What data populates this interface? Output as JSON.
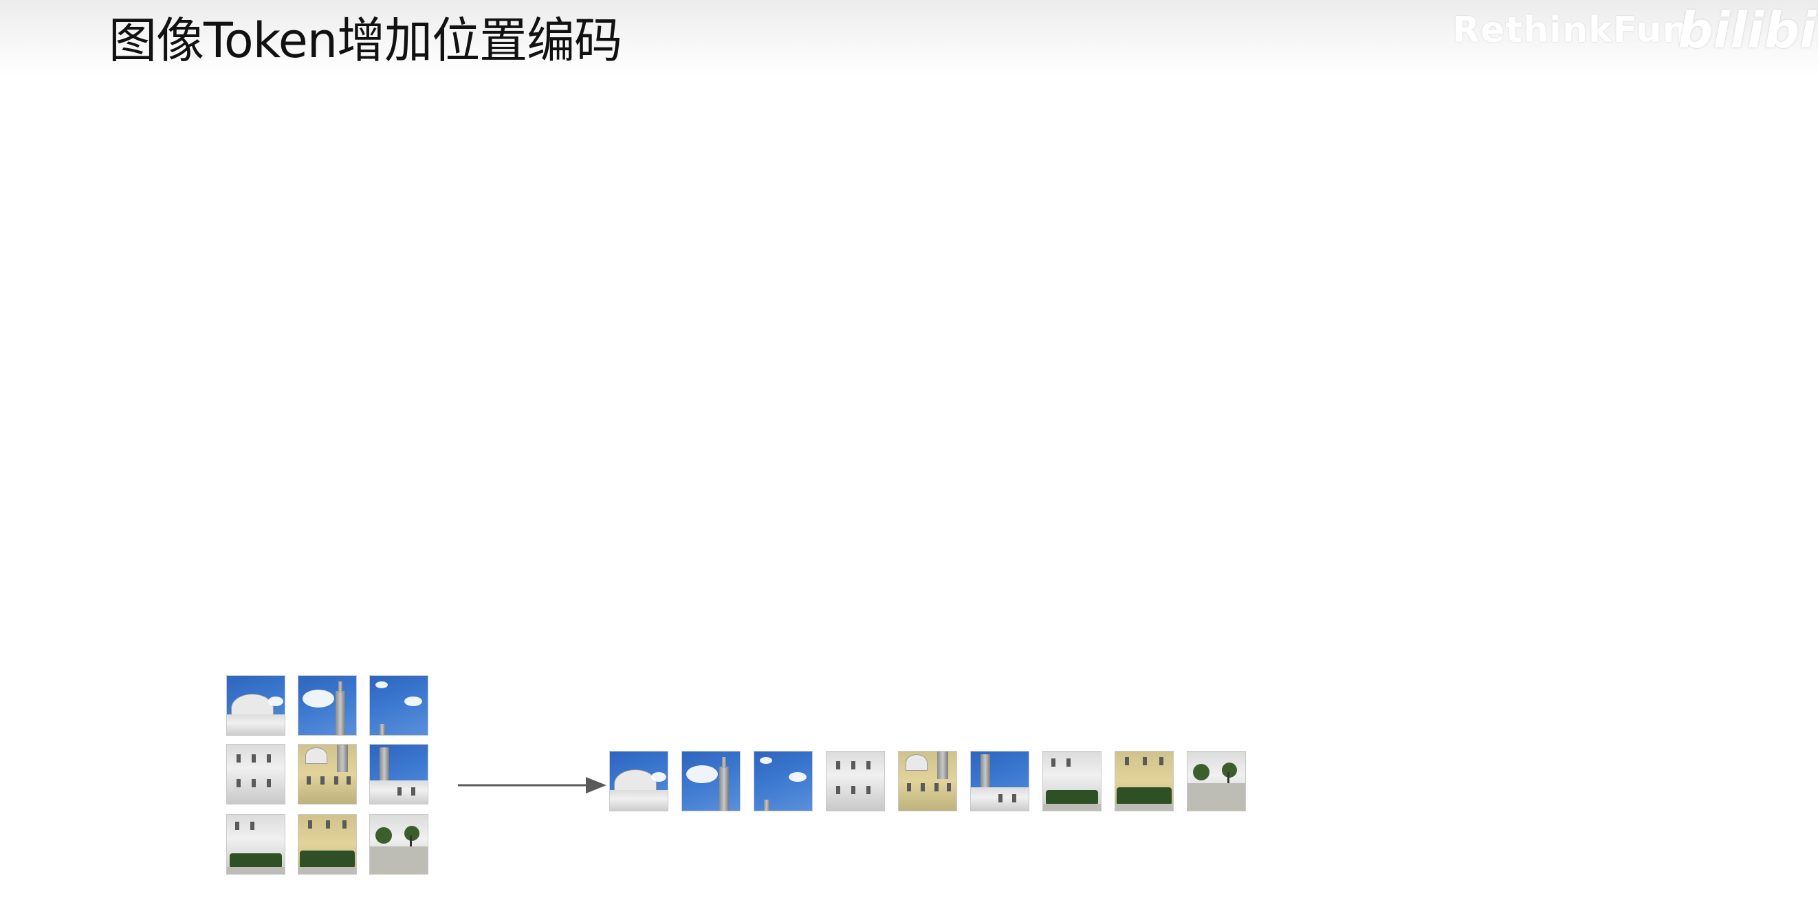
{
  "slide": {
    "title": "图像Token增加位置编码"
  },
  "watermark": {
    "channel": "RethinkFun",
    "logo": "bilibili"
  },
  "figure": {
    "grid_patches": [
      {
        "kind": "dome-sky"
      },
      {
        "kind": "sky-tower"
      },
      {
        "kind": "sky-cloud"
      },
      {
        "kind": "white-facade"
      },
      {
        "kind": "yellow-facade"
      },
      {
        "kind": "tower-facade"
      },
      {
        "kind": "facade-hedge"
      },
      {
        "kind": "yellow-hedge"
      },
      {
        "kind": "plaza-trees"
      }
    ],
    "arrow_icon": "arrow-right-icon"
  }
}
